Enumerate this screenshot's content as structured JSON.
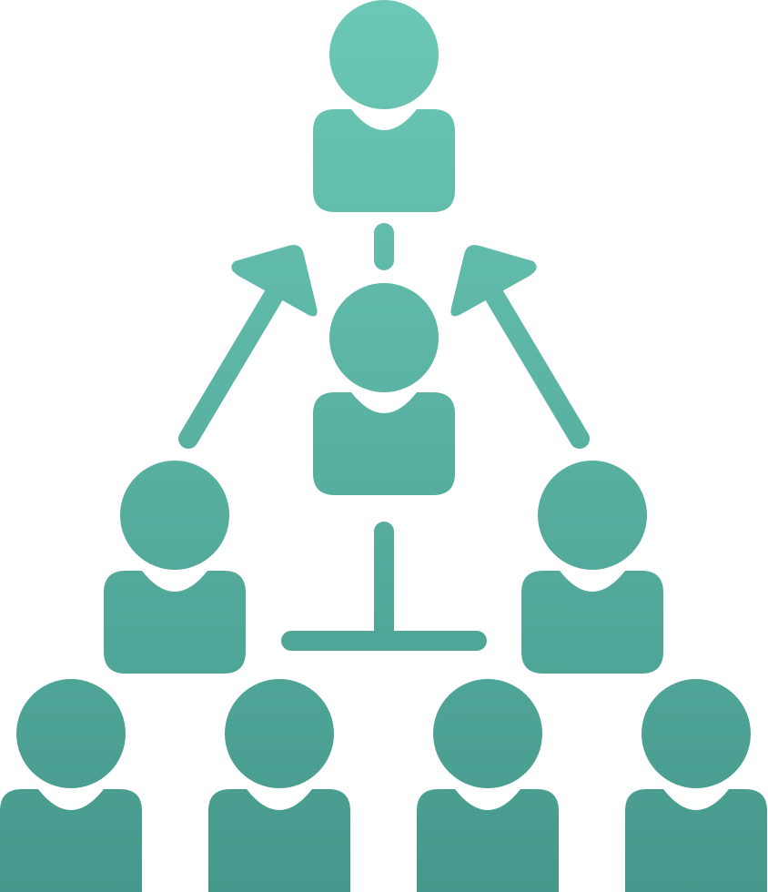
{
  "icon": {
    "name": "team-hierarchy-icon",
    "gradient_top": "#6cc8b6",
    "gradient_bottom": "#45998c"
  },
  "people": [
    {
      "role": "leader"
    },
    {
      "role": "manager"
    },
    {
      "role": "member"
    },
    {
      "role": "member"
    },
    {
      "role": "member"
    },
    {
      "role": "member"
    },
    {
      "role": "member"
    },
    {
      "role": "member"
    }
  ]
}
